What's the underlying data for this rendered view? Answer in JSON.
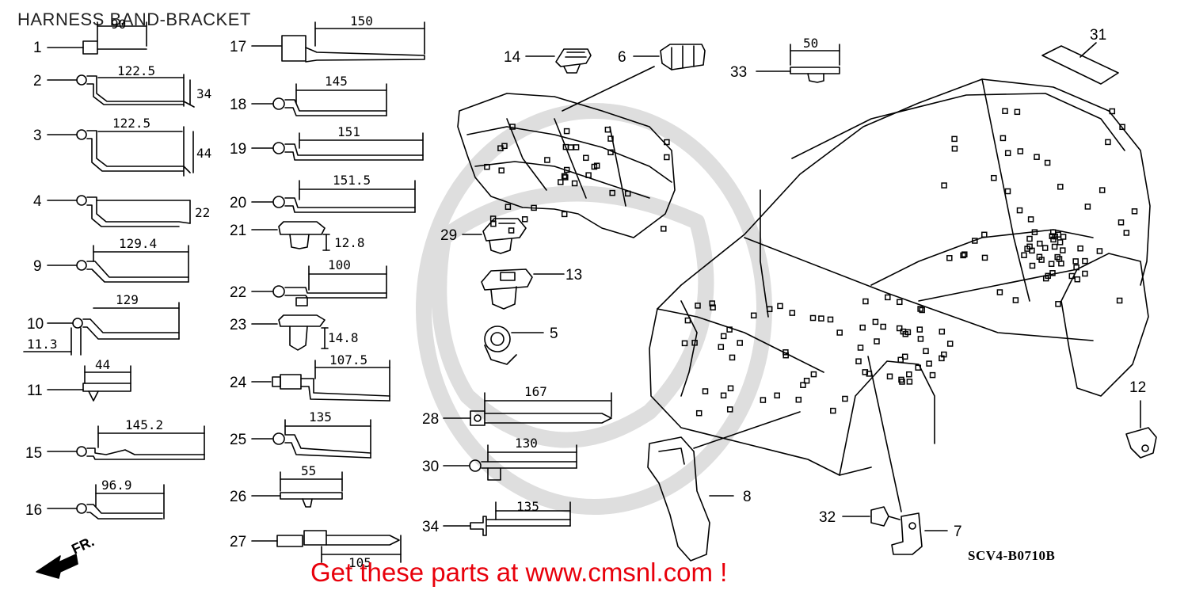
{
  "diagram": {
    "title": "HARNESS BAND-BRACKET",
    "drawing_code": "SCV4-B0710B",
    "promo_text": "Get these parts at www.cmsnl.com !",
    "direction_label": "FR.",
    "parts": [
      {
        "id": "p1",
        "num": "1",
        "dims": [
          "90"
        ]
      },
      {
        "id": "p2",
        "num": "2",
        "dims": [
          "122.5",
          "34"
        ]
      },
      {
        "id": "p3",
        "num": "3",
        "dims": [
          "122.5",
          "44"
        ]
      },
      {
        "id": "p4",
        "num": "4",
        "dims": [
          "22"
        ]
      },
      {
        "id": "p9",
        "num": "9",
        "dims": [
          "129.4"
        ]
      },
      {
        "id": "p10",
        "num": "10",
        "dims": [
          "129",
          "11.3"
        ]
      },
      {
        "id": "p11",
        "num": "11",
        "dims": [
          "44"
        ]
      },
      {
        "id": "p15",
        "num": "15",
        "dims": [
          "145.2"
        ]
      },
      {
        "id": "p16",
        "num": "16",
        "dims": [
          "96.9"
        ]
      },
      {
        "id": "p17",
        "num": "17",
        "dims": [
          "150"
        ]
      },
      {
        "id": "p18",
        "num": "18",
        "dims": [
          "145"
        ]
      },
      {
        "id": "p19",
        "num": "19",
        "dims": [
          "151"
        ]
      },
      {
        "id": "p20",
        "num": "20",
        "dims": [
          "151.5"
        ]
      },
      {
        "id": "p21",
        "num": "21",
        "dims": [
          "12.8"
        ]
      },
      {
        "id": "p22",
        "num": "22",
        "dims": [
          "100"
        ]
      },
      {
        "id": "p23",
        "num": "23",
        "dims": [
          "14.8"
        ]
      },
      {
        "id": "p24",
        "num": "24",
        "dims": [
          "107.5"
        ]
      },
      {
        "id": "p25",
        "num": "25",
        "dims": [
          "135"
        ]
      },
      {
        "id": "p26",
        "num": "26",
        "dims": [
          "55"
        ]
      },
      {
        "id": "p27",
        "num": "27",
        "dims": [
          "105"
        ]
      },
      {
        "id": "p28",
        "num": "28",
        "dims": [
          "167"
        ]
      },
      {
        "id": "p30",
        "num": "30",
        "dims": [
          "130"
        ]
      },
      {
        "id": "p34",
        "num": "34",
        "dims": [
          "135"
        ]
      },
      {
        "id": "p14",
        "num": "14",
        "dims": []
      },
      {
        "id": "p6",
        "num": "6",
        "dims": []
      },
      {
        "id": "p29",
        "num": "29",
        "dims": []
      },
      {
        "id": "p13",
        "num": "13",
        "dims": []
      },
      {
        "id": "p5",
        "num": "5",
        "dims": []
      },
      {
        "id": "p33",
        "num": "33",
        "dims": [
          "50"
        ]
      },
      {
        "id": "p31",
        "num": "31",
        "dims": []
      },
      {
        "id": "p12",
        "num": "12",
        "dims": []
      },
      {
        "id": "p8",
        "num": "8",
        "dims": []
      },
      {
        "id": "p32",
        "num": "32",
        "dims": []
      },
      {
        "id": "p7",
        "num": "7",
        "dims": []
      }
    ]
  }
}
